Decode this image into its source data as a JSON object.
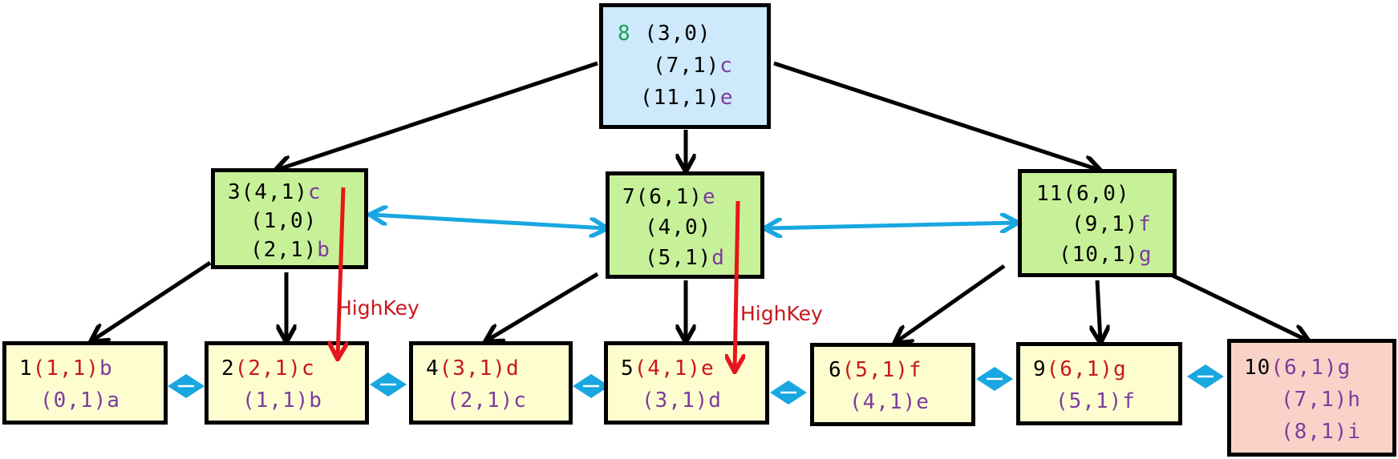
{
  "colors": {
    "root_fill": "#cde9fb",
    "internal_fill": "#c7f199",
    "leaf_fill": "#fdfdcf",
    "new_leaf_fill": "#f9d3c8",
    "link_arrow": "#18a7e0",
    "highkey_arrow": "#e8151b",
    "offset_text": "#c8171e",
    "key_text": "#7d3c9e",
    "root_id_text": "#1aa053"
  },
  "nodes": {
    "root": {
      "id": "8",
      "rows": [
        {
          "t": "(3,0)",
          "k": ""
        },
        {
          "t": "(7,1)",
          "k": "c"
        },
        {
          "t": "(11,1)",
          "k": "e"
        }
      ]
    },
    "n3": {
      "id": "3",
      "rows": [
        {
          "t": "(4,1)",
          "k": "c"
        },
        {
          "t": "(1,0)",
          "k": ""
        },
        {
          "t": "(2,1)",
          "k": "b"
        }
      ]
    },
    "n7": {
      "id": "7",
      "rows": [
        {
          "t": "(6,1)",
          "k": "e"
        },
        {
          "t": "(4,0)",
          "k": ""
        },
        {
          "t": "(5,1)",
          "k": "d"
        }
      ]
    },
    "n11": {
      "id": "11",
      "rows": [
        {
          "t": "(6,0)",
          "k": ""
        },
        {
          "t": "(9,1)",
          "k": "f"
        },
        {
          "t": "(10,1)",
          "k": "g"
        }
      ]
    },
    "l1": {
      "id": "1",
      "rows": [
        {
          "t": "(1,1)",
          "k": "b"
        },
        {
          "t": "(0,1)",
          "k": "a"
        }
      ]
    },
    "l2": {
      "id": "2",
      "rows": [
        {
          "t": "(2,1)",
          "k": "c"
        },
        {
          "t": "(1,1)",
          "k": "b"
        }
      ]
    },
    "l4": {
      "id": "4",
      "rows": [
        {
          "t": "(3,1)",
          "k": "d"
        },
        {
          "t": "(2,1)",
          "k": "c"
        }
      ]
    },
    "l5": {
      "id": "5",
      "rows": [
        {
          "t": "(4,1)",
          "k": "e"
        },
        {
          "t": "(3,1)",
          "k": "d"
        }
      ]
    },
    "l6": {
      "id": "6",
      "rows": [
        {
          "t": "(5,1)",
          "k": "f"
        },
        {
          "t": "(4,1)",
          "k": "e"
        }
      ]
    },
    "l9": {
      "id": "9",
      "rows": [
        {
          "t": "(6,1)",
          "k": "g"
        },
        {
          "t": "(5,1)",
          "k": "f"
        }
      ]
    },
    "l10": {
      "id": "10",
      "rows": [
        {
          "t": "(6,1)",
          "k": "g"
        },
        {
          "t": "(7,1)",
          "k": "h"
        },
        {
          "t": "(8,1)",
          "k": "i"
        }
      ]
    }
  },
  "labels": {
    "highkey_1": "HighKey",
    "highkey_2": "HighKey"
  }
}
